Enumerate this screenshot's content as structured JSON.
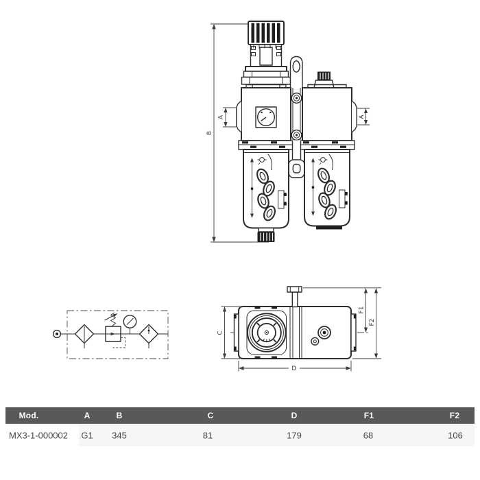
{
  "front_view": {
    "dim_b": "B",
    "dim_a_left": "A",
    "dim_a_right": "A"
  },
  "top_view": {
    "dim_c": "C",
    "dim_d": "D",
    "dim_f1": "F1",
    "dim_f2": "F2"
  },
  "table": {
    "columns": [
      {
        "label": "Mod."
      },
      {
        "label": "A"
      },
      {
        "label": "B"
      },
      {
        "label": "C"
      },
      {
        "label": "D"
      },
      {
        "label": "F1"
      },
      {
        "label": "F2"
      }
    ],
    "row": {
      "mod": "MX3-1-000002",
      "a": "G1",
      "b": "345",
      "c": "81",
      "d": "179",
      "f1": "68",
      "f2": "106"
    }
  },
  "colors": {
    "table_header_bg": "#59595c",
    "table_header_text": "#ffffff",
    "table_row_bg": "#f6f6f7",
    "table_row_text": "#45454a",
    "drawing_line": "#2e2e2e"
  }
}
